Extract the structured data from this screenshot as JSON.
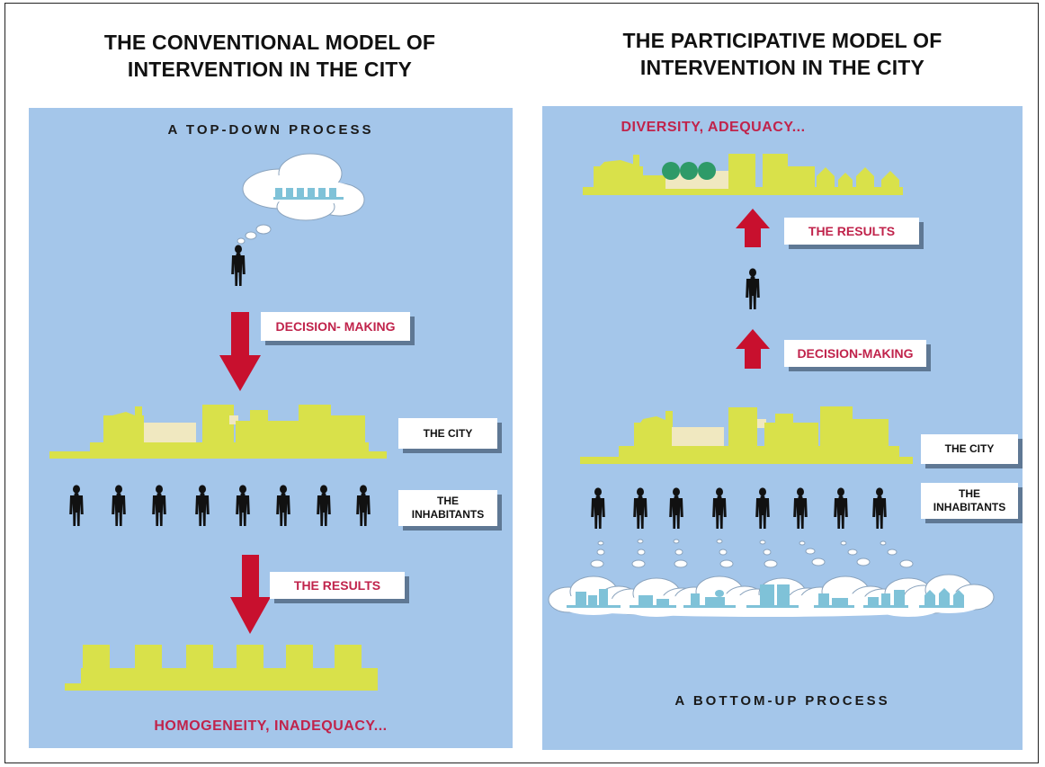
{
  "left": {
    "title_line1": "THE CONVENTIONAL MODEL OF",
    "title_line2": "INTERVENTION IN THE CITY",
    "process": "A TOP-DOWN PROCESS",
    "decision": "DECISION- MAKING",
    "city": "THE CITY",
    "inhabitants_line1": "THE",
    "inhabitants_line2": "INHABITANTS",
    "results": "THE RESULTS",
    "outcome": "HOMOGENEITY, INADEQUACY..."
  },
  "right": {
    "title_line1": "THE PARTICIPATIVE MODEL OF",
    "title_line2": "INTERVENTION IN THE CITY",
    "outcome": "DIVERSITY, ADEQUACY...",
    "results": "THE RESULTS",
    "decision": "DECISION-MAKING",
    "city": "THE CITY",
    "inhabitants_line1": "THE",
    "inhabitants_line2": "INHABITANTS",
    "process": "A BOTTOM-UP PROCESS"
  },
  "colors": {
    "panel": "#a4c6ea",
    "city": "#d9e14a",
    "city_light": "#f0e8c0",
    "arrow": "#c8102e",
    "label_text_red": "#c0234b",
    "cloud_building": "#7fc2d8",
    "tree": "#2e9a68",
    "person": "#111111"
  }
}
